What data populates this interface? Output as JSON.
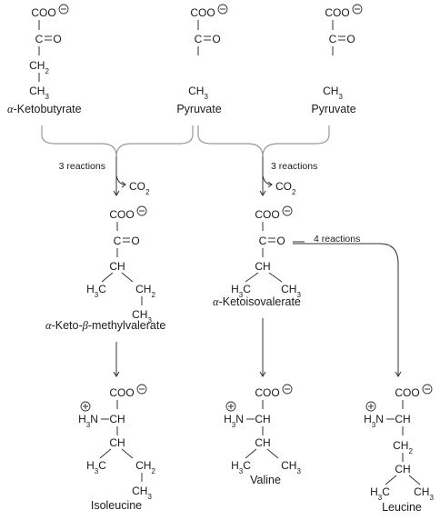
{
  "text": {
    "coo": "COO",
    "c": "C",
    "o": "O",
    "ch": "CH",
    "ch2": "CH",
    "ch3": "CH",
    "h3c": "H",
    "h3n": "H",
    "n": "N",
    "sub2": "2",
    "sub3": "3",
    "co2": "CO",
    "charge_minus": "−",
    "charge_plus": "+"
  },
  "labels": {
    "ketobutyrate": [
      "α",
      "-Ketobutyrate"
    ],
    "pyruvate_1": "Pyruvate",
    "pyruvate_2": "Pyruvate",
    "keto_methylvalerate": [
      "α",
      "-Keto-",
      "β",
      "-methylvalerate"
    ],
    "ketoisovalerate": [
      "α",
      "-Ketoisovalerate"
    ],
    "isoleucine": "Isoleucine",
    "valine": "Valine",
    "leucine": "Leucine"
  },
  "reactions": {
    "left": "3 reactions",
    "right": "3 reactions",
    "leucine_branch": "4 reactions"
  }
}
